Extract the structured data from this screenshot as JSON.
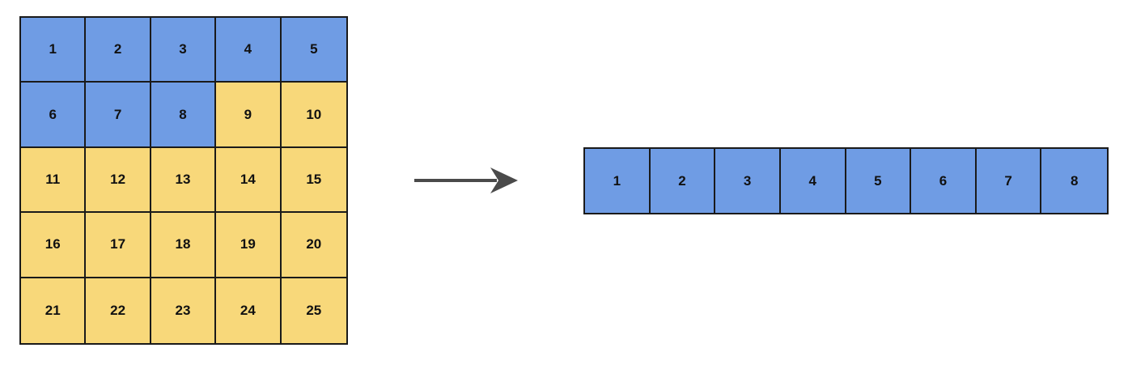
{
  "colors": {
    "selected": "#6f9ce4",
    "unselected": "#f8d87a",
    "border": "#1a1a1a",
    "arrow": "#4a4a4a"
  },
  "grid": {
    "rows": 5,
    "cols": 5,
    "cells": [
      {
        "label": "1",
        "selected": true
      },
      {
        "label": "2",
        "selected": true
      },
      {
        "label": "3",
        "selected": true
      },
      {
        "label": "4",
        "selected": true
      },
      {
        "label": "5",
        "selected": true
      },
      {
        "label": "6",
        "selected": true
      },
      {
        "label": "7",
        "selected": true
      },
      {
        "label": "8",
        "selected": true
      },
      {
        "label": "9",
        "selected": false
      },
      {
        "label": "10",
        "selected": false
      },
      {
        "label": "11",
        "selected": false
      },
      {
        "label": "12",
        "selected": false
      },
      {
        "label": "13",
        "selected": false
      },
      {
        "label": "14",
        "selected": false
      },
      {
        "label": "15",
        "selected": false
      },
      {
        "label": "16",
        "selected": false
      },
      {
        "label": "17",
        "selected": false
      },
      {
        "label": "18",
        "selected": false
      },
      {
        "label": "19",
        "selected": false
      },
      {
        "label": "20",
        "selected": false
      },
      {
        "label": "21",
        "selected": false
      },
      {
        "label": "22",
        "selected": false
      },
      {
        "label": "23",
        "selected": false
      },
      {
        "label": "24",
        "selected": false
      },
      {
        "label": "25",
        "selected": false
      }
    ]
  },
  "strip": {
    "cells": [
      "1",
      "2",
      "3",
      "4",
      "5",
      "6",
      "7",
      "8"
    ]
  }
}
